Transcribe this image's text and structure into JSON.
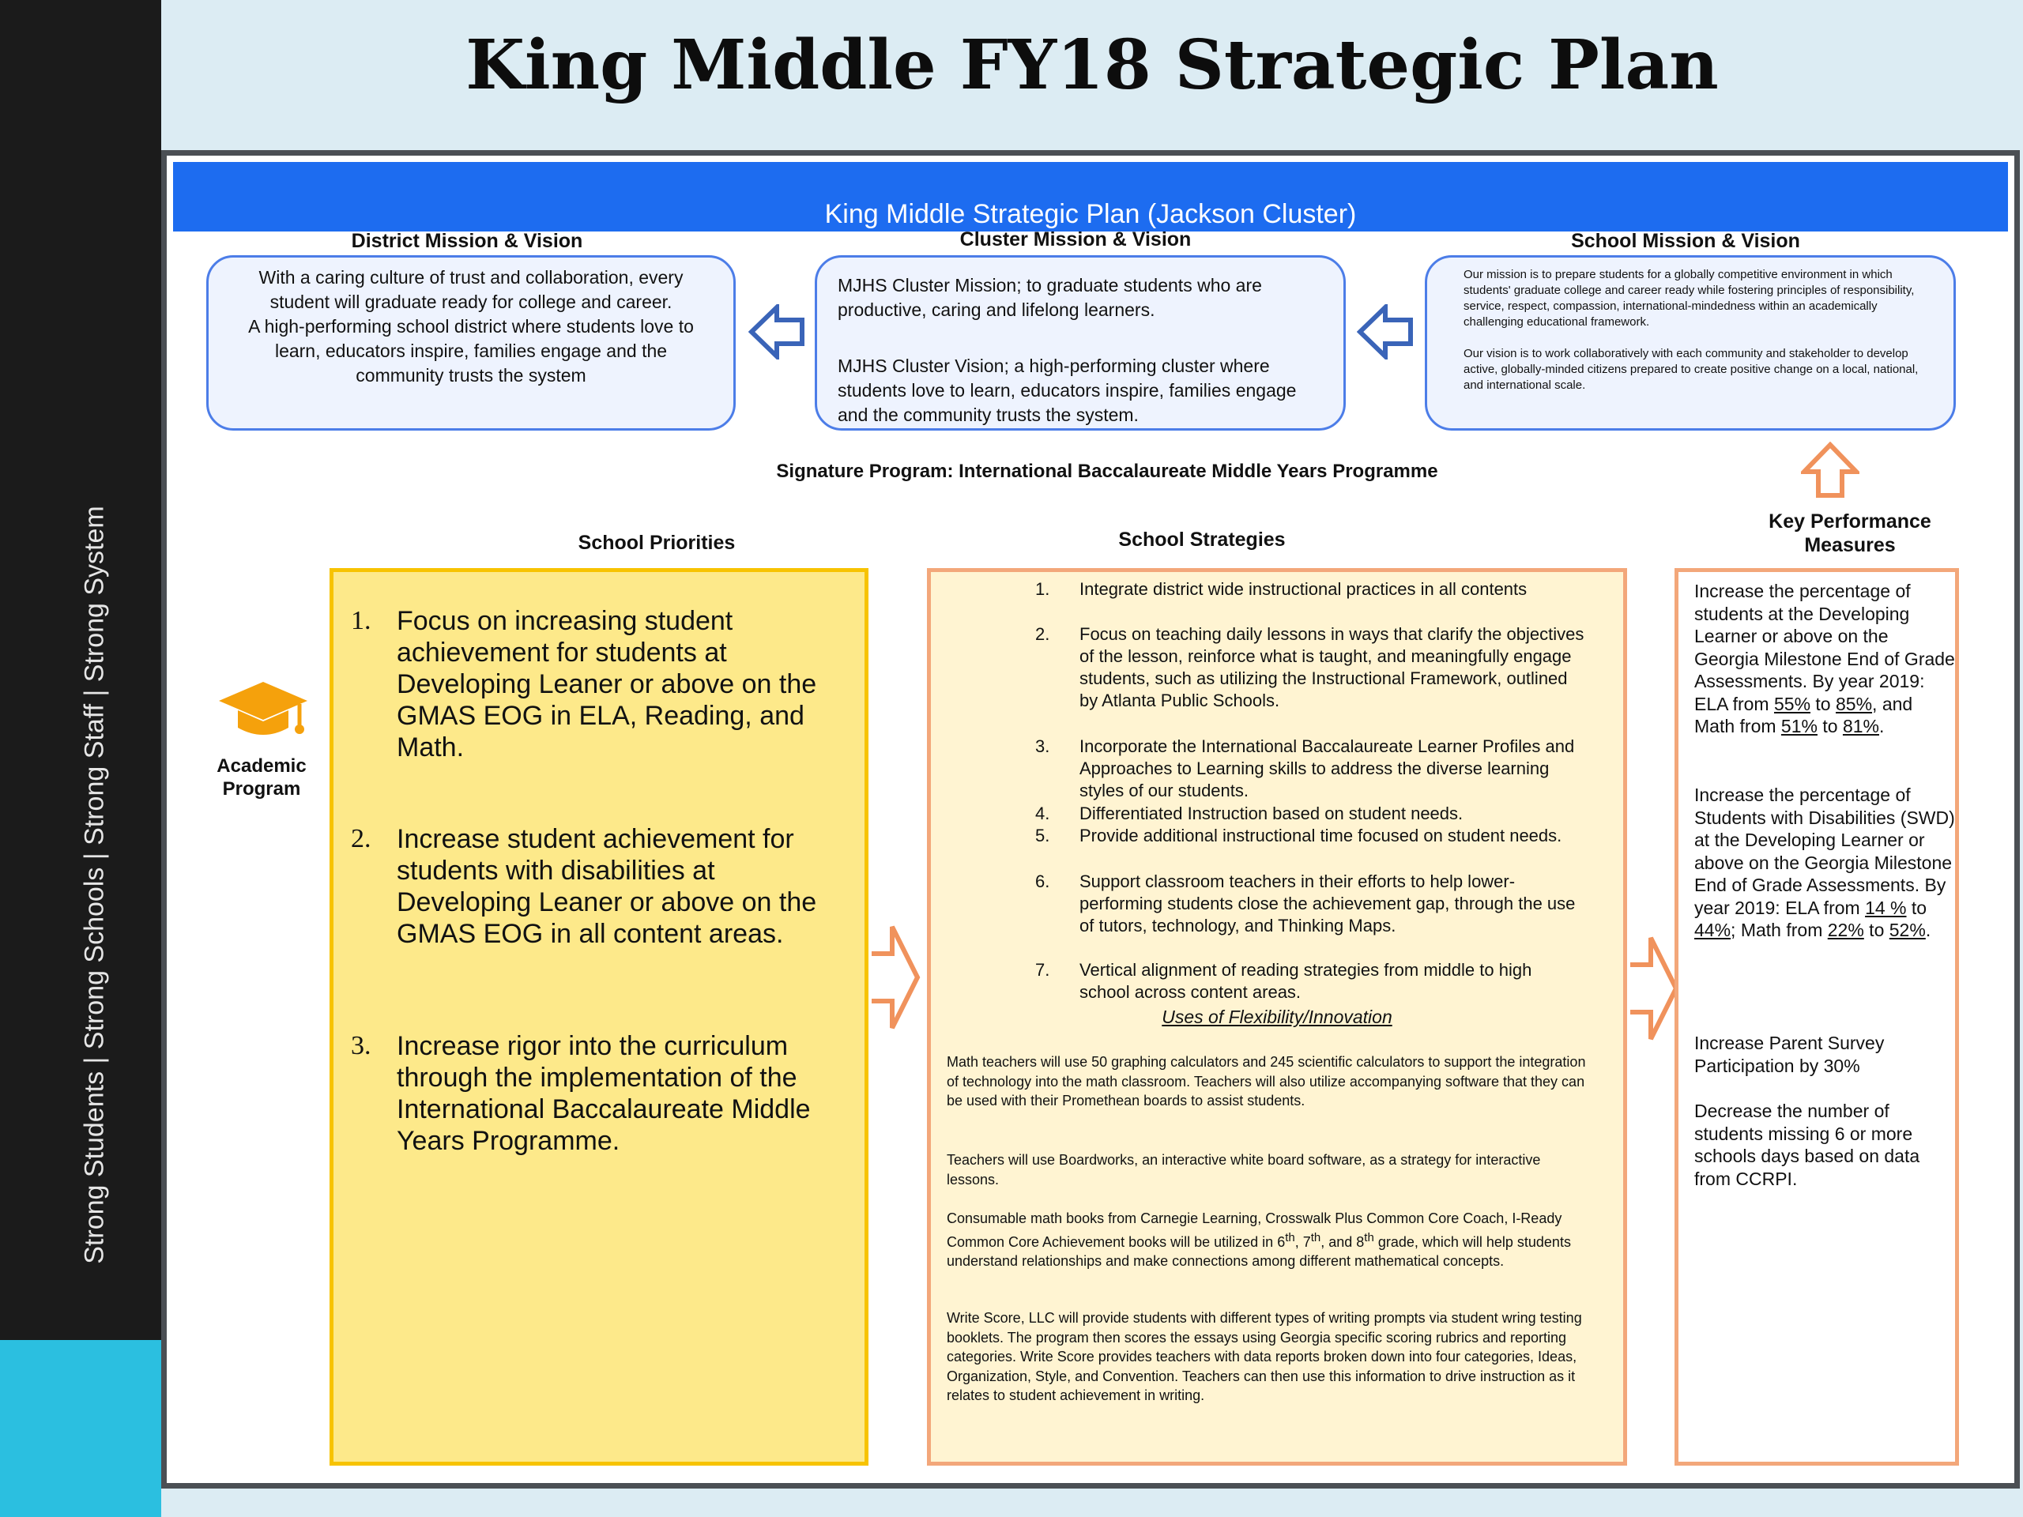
{
  "slide": {
    "title": "King Middle FY18 Strategic Plan"
  },
  "sidebar": {
    "tagline": "Strong Students   |   Strong Schools   |   Strong Staff   |   Strong System"
  },
  "plan": {
    "banner": "King Middle Strategic Plan (Jackson Cluster)",
    "district": {
      "heading": "District Mission & Vision",
      "mission": "With a caring culture of trust and collaboration, every student will graduate ready for college and career.",
      "vision": "A high-performing school district where students love to learn, educators inspire, families engage and the community trusts the system"
    },
    "cluster": {
      "heading": "Cluster Mission & Vision",
      "mission": "MJHS Cluster Mission; to graduate students who are productive, caring and lifelong learners.",
      "vision": "MJHS Cluster Vision; a high-performing cluster where students love to learn, educators inspire, families engage and the community trusts the system."
    },
    "school": {
      "heading": "School Mission & Vision",
      "mission": "Our mission is to prepare students for a globally competitive environment in which students' graduate college and career ready while fostering principles of responsibility, service, respect, compassion, international-mindedness within an academically challenging educational framework.",
      "vision": "Our vision is to work collaboratively with each community and stakeholder to develop active, globally-minded citizens prepared to create positive change on a local, national, and international scale."
    },
    "signature_program": "Signature Program: International Baccalaureate Middle Years Programme",
    "academic_program_label": "Academic Program",
    "priorities": {
      "heading": "School Priorities",
      "items": [
        {
          "num": "1.",
          "text": "Focus on increasing student achievement for students at Developing Leaner or above on the GMAS EOG in ELA, Reading, and Math."
        },
        {
          "num": "2.",
          "text": "Increase student achievement for students with disabilities at Developing Leaner or above on the GMAS EOG in all content areas."
        },
        {
          "num": "3.",
          "text": "Increase rigor into the curriculum through the implementation of the International Baccalaureate Middle Years Programme."
        }
      ]
    },
    "strategies": {
      "heading": "School  Strategies",
      "items": [
        {
          "num": "1.",
          "text": "Integrate district wide instructional practices in all contents"
        },
        {
          "num": "2.",
          "text": "Focus on teaching daily lessons in ways that clarify the objectives of the lesson, reinforce what is taught, and meaningfully engage students, such as utilizing the Instructional Framework, outlined by Atlanta Public Schools."
        },
        {
          "num": "3.",
          "text": "Incorporate the International Baccalaureate Learner Profiles and Approaches to Learning skills to address the diverse learning styles of our students."
        },
        {
          "num": "4.",
          "text": "Differentiated Instruction based on student needs."
        },
        {
          "num": "5.",
          "text": "Provide additional instructional time focused on student needs."
        },
        {
          "num": "6.",
          "text": "Support classroom teachers in their efforts to help lower-performing students close the achievement gap, through the use of tutors, technology, and Thinking Maps."
        },
        {
          "num": "7.",
          "text": "Vertical alignment of reading strategies from middle to high school across content areas."
        }
      ],
      "flex_heading": "Uses of Flexibility/Innovation",
      "flex_paragraphs": [
        "Math teachers will use 50 graphing calculators and 245 scientific calculators to support the integration of technology into the math classroom. Teachers will also utilize accompanying software that they can be used with their Promethean boards to assist students.",
        "Teachers will use Boardworks, an interactive white board software, as a strategy for interactive lessons.",
        "Write Score, LLC will provide students with different types of writing prompts via student wring testing booklets.  The program then scores the essays using Georgia specific scoring rubrics and reporting categories.  Write Score provides teachers with data reports broken down into four categories, Ideas, Organization, Style, and Convention. Teachers can then use this information to drive instruction as it relates to student achievement in writing."
      ],
      "flex_para3": {
        "a": "Consumable math books from Carnegie Learning, Crosswalk Plus Common Core Coach, I-Ready Common Core Achievement books will be utilized in 6",
        "sup1": "th",
        "b": ", 7",
        "sup2": "th",
        "c": ", and 8",
        "sup3": "th",
        "d": " grade, which will help students understand relationships and make connections among different mathematical concepts."
      }
    },
    "kpi": {
      "heading": "Key Performance Measures",
      "p1": {
        "a": "Increase the percentage of students at the Developing Learner or above on the Georgia Milestone End of Grade Assessments. By year 2019: ELA from ",
        "u1": "55%",
        "b": " to ",
        "u2": "85%",
        "c": ", and Math from ",
        "u3": "51%",
        "d": " to ",
        "u4": "81%",
        "e": "."
      },
      "p2": {
        "a": "Increase the percentage of Students with Disabilities (SWD) at the Developing Learner or above on the Georgia Milestone End of Grade Assessments. By year 2019: ELA from ",
        "u1": "14 %",
        "b": " to ",
        "u2": "44%",
        "c": "; Math from ",
        "u3": "22%",
        "d": " to ",
        "u4": "52%",
        "e": "."
      },
      "p3": "Increase Parent Survey Participation by 30%",
      "p4": "Decrease the number of students missing 6 or more schools days based on data from CCRPI."
    }
  },
  "colors": {
    "banner": "#1d6cf0",
    "priority_fill": "#fde98a",
    "priority_border": "#f7c300",
    "strategy_fill": "#fff4d2",
    "orange_border": "#f3a77a",
    "mission_border": "#4c7de8",
    "sidebar": "#1b1b1b",
    "sidebar_accent": "#2bbfe0"
  },
  "icons": [
    "graduation-cap-icon",
    "arrow-left-icon",
    "arrow-up-icon",
    "arrow-right-icon"
  ]
}
